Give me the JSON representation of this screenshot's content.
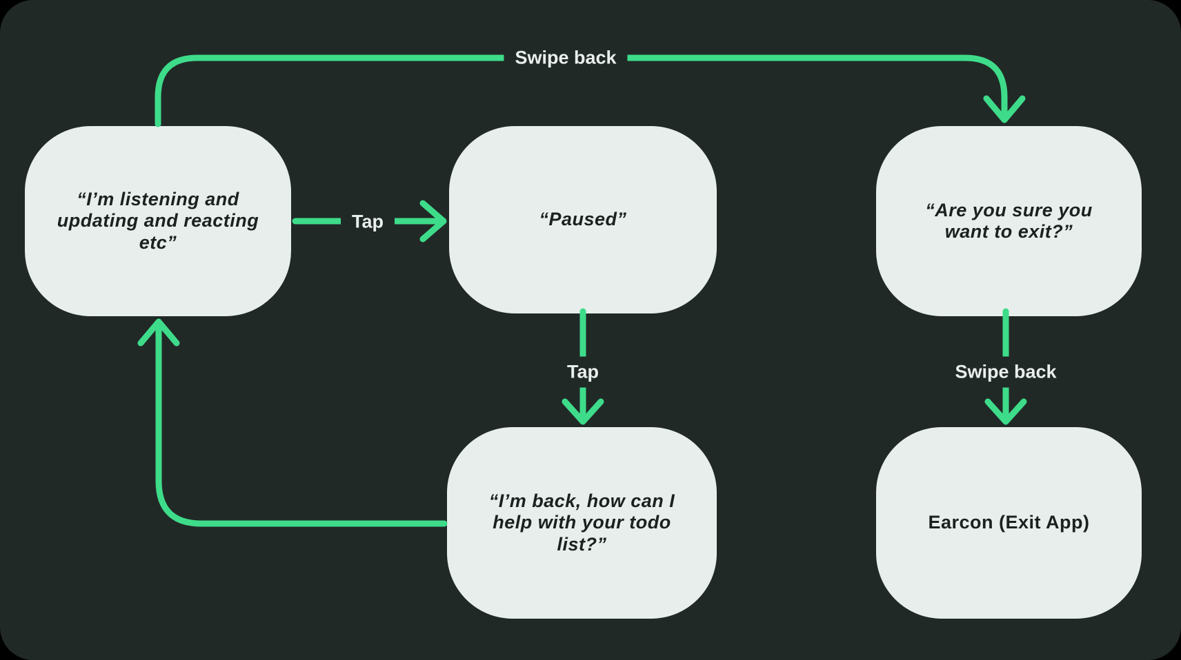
{
  "colors": {
    "frame": "#000000",
    "panel": "#212927",
    "node_fill": "#e8eeeb",
    "node_text": "#1b211f",
    "arrow": "#3edc8a",
    "label_text": "#e9efec"
  },
  "nodes": [
    {
      "id": "listening",
      "text": "“I’m listening and\nupdating and reacting\netc”"
    },
    {
      "id": "paused",
      "text": "“Paused”"
    },
    {
      "id": "exit-confirm",
      "text": "“Are you sure you\nwant to exit?”"
    },
    {
      "id": "back-again",
      "text": "“I’m back, how can I\nhelp with your todo\nlist?”"
    },
    {
      "id": "earcon-exit",
      "text": "Earcon (Exit App)"
    }
  ],
  "edges": [
    {
      "from": "listening",
      "to": "exit-confirm",
      "label": "Swipe back"
    },
    {
      "from": "listening",
      "to": "paused",
      "label": "Tap"
    },
    {
      "from": "paused",
      "to": "back-again",
      "label": "Tap"
    },
    {
      "from": "exit-confirm",
      "to": "earcon-exit",
      "label": "Swipe back"
    },
    {
      "from": "back-again",
      "to": "listening",
      "label": ""
    }
  ]
}
